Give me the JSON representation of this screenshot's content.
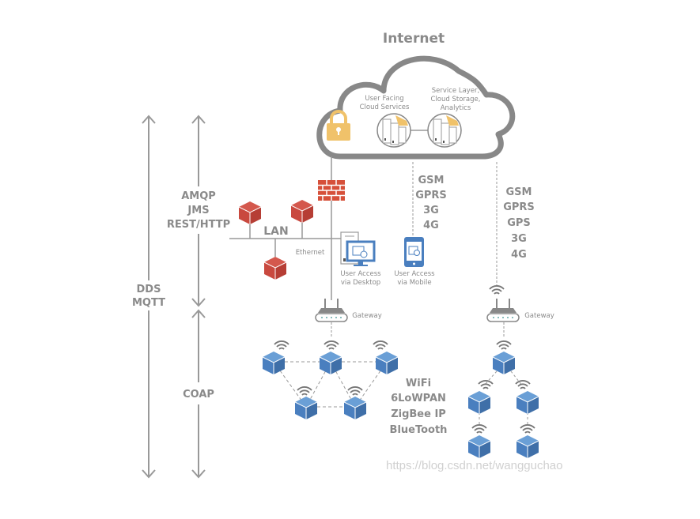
{
  "title": "Internet",
  "cloud": {
    "user_facing": [
      "User Facing",
      "Cloud Services"
    ],
    "service_layer": [
      "Service Layer,",
      "Cloud Storage,",
      "Analytics"
    ]
  },
  "protocols": {
    "outer": [
      "DDS",
      "MQTT"
    ],
    "upper": [
      "AMQP",
      "JMS",
      "REST/HTTP"
    ],
    "lower": [
      "COAP"
    ]
  },
  "lan": {
    "label": "LAN",
    "ethernet": "Ethernet"
  },
  "user_access": {
    "desktop": [
      "User Access",
      "via Desktop"
    ],
    "mobile": [
      "User Access",
      "via Mobile"
    ]
  },
  "mobile_links": [
    "GSM",
    "GPRS",
    "3G",
    "4G"
  ],
  "cellular_links": [
    "GSM",
    "GPRS",
    "GPS",
    "3G",
    "4G"
  ],
  "gateway_label": "Gateway",
  "mesh_links": [
    "WiFi",
    "6LoWPAN",
    "ZigBee IP",
    "BlueTooth"
  ],
  "watermark": "https://blog.csdn.net/wangguchao",
  "colors": {
    "device": "#4a7fbf",
    "lan_node": "#c9493f",
    "firewall": "#d6503a",
    "lock": "#f0c26a",
    "line": "#999999",
    "cloud_stroke": "#888888"
  }
}
